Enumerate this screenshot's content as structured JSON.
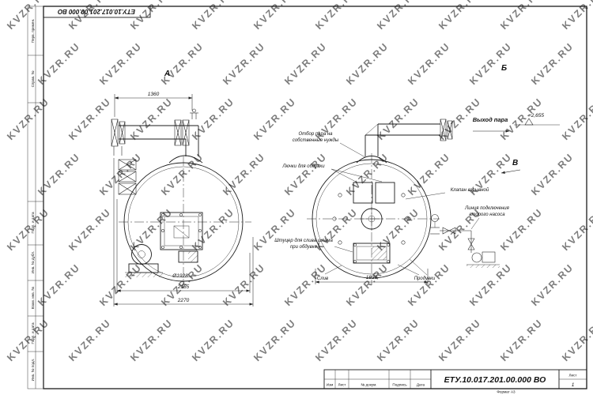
{
  "watermark": {
    "text": "KVZR.RU",
    "color": "#b3b9c0"
  },
  "left_margin": {
    "labels": [
      "Перв. примен.",
      "Справ. №",
      "Подп. и дата",
      "Инв. № дубл.",
      "Взам. инв. №",
      "Подп. и дата",
      "Инв. № подл."
    ]
  },
  "views": {
    "a": {
      "label": "А",
      "dim_top": "1360",
      "diameter": "Ø1928",
      "dim_mid": "2165",
      "dim_bottom": "2270"
    },
    "b": {
      "label": "Б",
      "direction_label": "В",
      "dim_bottom": "1830"
    }
  },
  "annotations": {
    "steam_own_1": "Отбор пара на",
    "steam_own_2": "собственные нужды",
    "hatches": "Лючки для обдувки",
    "explosion_valve": "Клапан взрывной",
    "second_pump_1": "Линия подключения",
    "second_pump_2": "второго насоса",
    "sludge_1": "Штуцер для слива шлама",
    "sludge_2": "при обдувке",
    "drain": "Слив",
    "blowdown": "Продувки",
    "steam_out": "Выход пара",
    "elevation": "+2,655"
  },
  "title_block": {
    "designation": "ЕТУ.10.017.201.00.000  ВО",
    "columns": [
      "Изм",
      "Лист",
      "№ докум.",
      "Подпись",
      "Дата"
    ],
    "sheet_label": "Лист",
    "sheet_value": "1",
    "format": "Формат А3"
  }
}
